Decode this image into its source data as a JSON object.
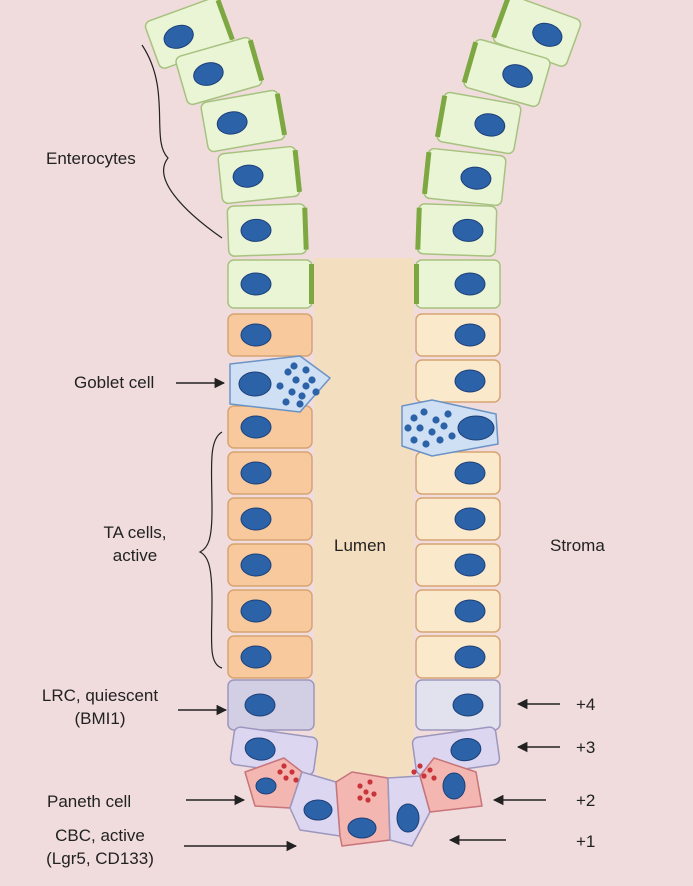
{
  "colors": {
    "background": "#f0dcdc",
    "lumen": "#f4dec0",
    "enterocyte_fill": "#eaf5d6",
    "enterocyte_border": "#a7c27f",
    "brush_border": "#7da841",
    "ta_cell_left": "#f7c99c",
    "ta_cell_right": "#fbe9cc",
    "ta_border": "#d7a472",
    "goblet_fill": "#cfe0f4",
    "goblet_border": "#6b93c6",
    "lrc_fill": "#d2cfe4",
    "lrc_border": "#9c97bd",
    "paneth_fill": "#f3b6b0",
    "paneth_granule": "#c9333a",
    "cbc_fill": "#ddd6f1",
    "nucleus": "#2c62a8",
    "nucleus_edge": "#1c3f78",
    "annotation": "#222222"
  },
  "labels": {
    "enterocytes": "Enterocytes",
    "goblet_cell": "Goblet cell",
    "ta_cells": [
      "TA cells,",
      "active"
    ],
    "lumen": "Lumen",
    "stroma": "Stroma",
    "lrc": [
      "LRC, quiescent",
      "(BMI1)"
    ],
    "paneth_cell": "Paneth cell",
    "cbc": [
      "CBC, active",
      "(Lgr5, CD133)"
    ],
    "positions": [
      "+4",
      "+3",
      "+2",
      "+1"
    ]
  }
}
